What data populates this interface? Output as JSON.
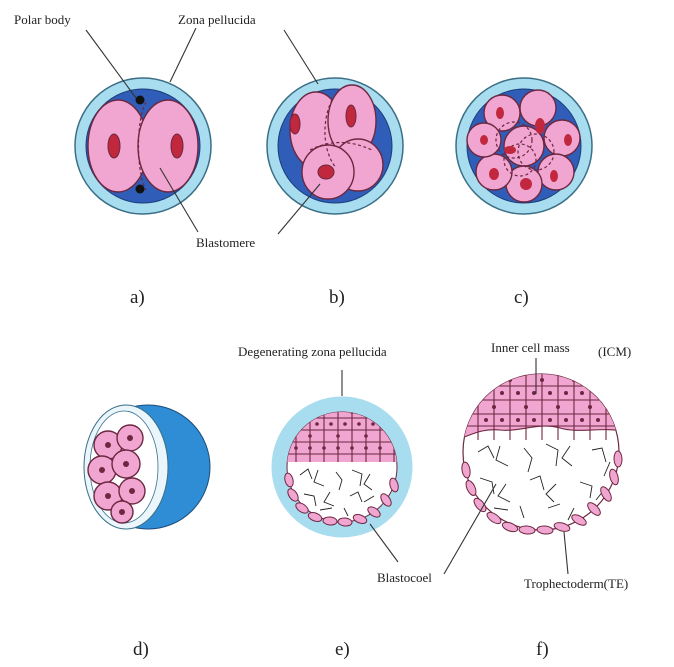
{
  "labels": {
    "polar_body": "Polar body",
    "zona_pellucida": "Zona pellucida",
    "blastomere": "Blastomere",
    "degenerating_zona": "Degenerating zona pellucida",
    "inner_cell_mass": "Inner cell mass",
    "icm": "(ICM)",
    "blastocoel": "Blastocoel",
    "trophectoderm": "Trophectoderm(TE)"
  },
  "panels": [
    "a)",
    "b)",
    "c)",
    "d)",
    "e)",
    "f)"
  ],
  "colors": {
    "zona": "#a8dcef",
    "zona_stroke": "#3a6f86",
    "perivitelline": "#2f5db8",
    "cytoplasm": "#f0a6d0",
    "cell_stroke": "#6d2740",
    "nucleus": "#c1283e",
    "polar_body": "#111111",
    "blastocoel": "#ffffff"
  }
}
